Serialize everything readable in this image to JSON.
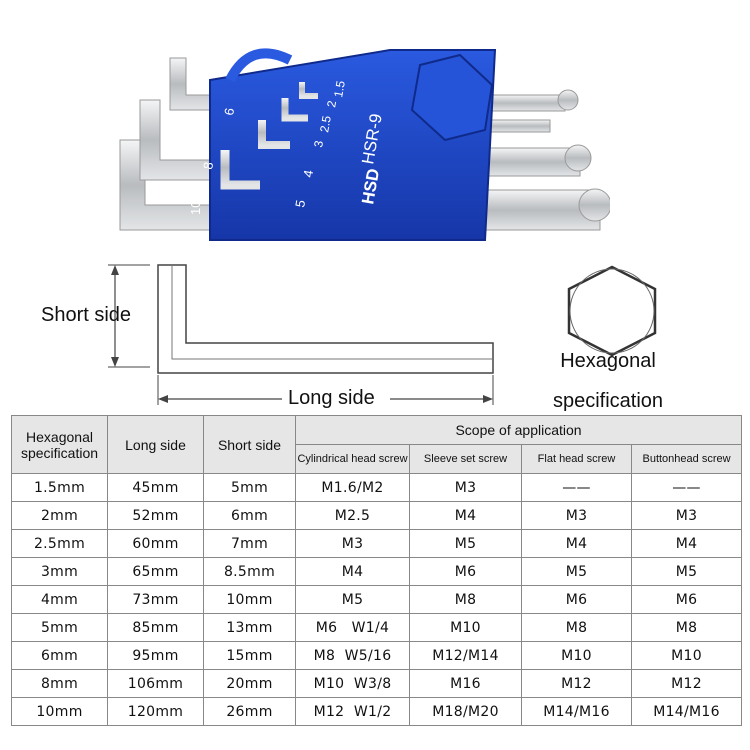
{
  "product": {
    "brand": "HSD",
    "model": "HSR-9",
    "key_sizes": [
      "10",
      "8",
      "6",
      "5",
      "4",
      "3",
      "2.5",
      "2",
      "1.5"
    ]
  },
  "diagram": {
    "short_side": "Short side",
    "long_side": "Long side",
    "hex_line1": "Hexagonal",
    "hex_line2": "specification"
  },
  "table": {
    "h_hex_1": "Hexagonal",
    "h_hex_2": "specification",
    "h_long": "Long side",
    "h_short": "Short side",
    "h_scope": "Scope of application",
    "sub_headers": [
      "Cylindrical head screw",
      "Sleeve set screw",
      "Flat head screw",
      "Buttonhead screw"
    ],
    "rows": [
      [
        "1.5mm",
        "45mm",
        "5mm",
        "M1.6/M2",
        "M3",
        "——",
        "——"
      ],
      [
        "2mm",
        "52mm",
        "6mm",
        "M2.5",
        "M4",
        "M3",
        "M3"
      ],
      [
        "2.5mm",
        "60mm",
        "7mm",
        "M3",
        "M5",
        "M4",
        "M4"
      ],
      [
        "3mm",
        "65mm",
        "8.5mm",
        "M4",
        "M6",
        "M5",
        "M5"
      ],
      [
        "4mm",
        "73mm",
        "10mm",
        "M5",
        "M8",
        "M6",
        "M6"
      ],
      [
        "5mm",
        "85mm",
        "13mm",
        "M6   W1/4",
        "M10",
        "M8",
        "M8"
      ],
      [
        "6mm",
        "95mm",
        "15mm",
        "M8  W5/16",
        "M12/M14",
        "M10",
        "M10"
      ],
      [
        "8mm",
        "106mm",
        "20mm",
        "M10  W3/8",
        "M16",
        "M12",
        "M12"
      ],
      [
        "10mm",
        "120mm",
        "26mm",
        "M12  W1/2",
        "M18/M20",
        "M14/M16",
        "M14/M16"
      ]
    ]
  },
  "colors": {
    "holder_blue": "#1c46c8",
    "steel": "#c9cccf",
    "header_bg": "#e6e6e6"
  }
}
